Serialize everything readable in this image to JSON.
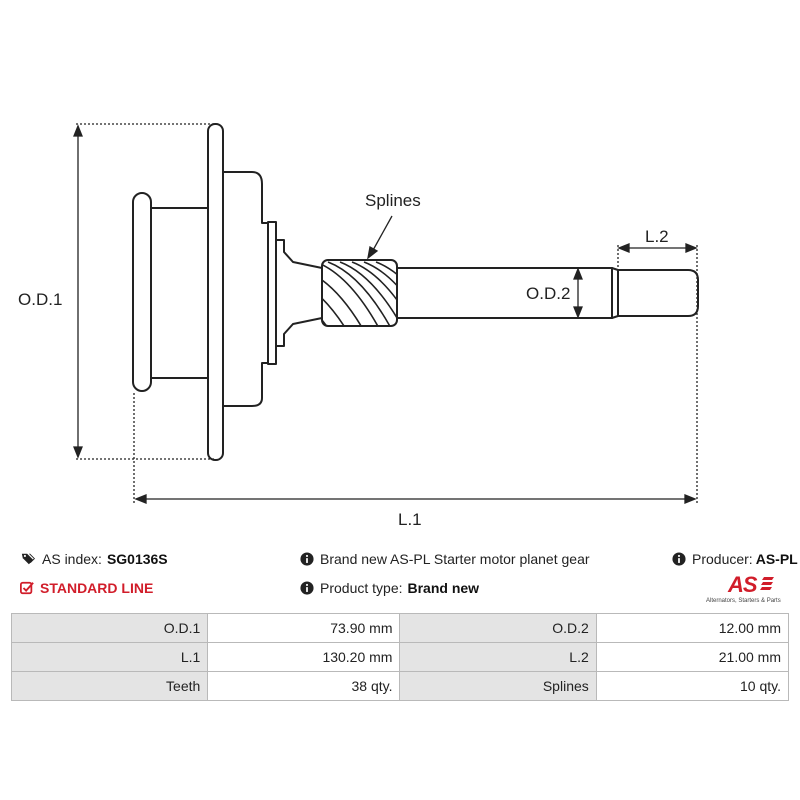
{
  "diagram": {
    "labels": {
      "od1": "O.D.1",
      "od2": "O.D.2",
      "l1": "L.1",
      "l2": "L.2",
      "splines": "Splines"
    }
  },
  "info": {
    "as_index_label": "AS index:",
    "as_index_value": "SG0136S",
    "description": "Brand new AS-PL Starter motor planet gear",
    "producer_label": "Producer:",
    "producer_value": "AS-PL",
    "line": "STANDARD LINE",
    "product_type_label": "Product type:",
    "product_type_value": "Brand new"
  },
  "logo": {
    "mark": "AS",
    "tagline": "Alternators, Starters & Parts"
  },
  "specs": [
    [
      {
        "key": "O.D.1",
        "value": "73.90 mm"
      },
      {
        "key": "O.D.2",
        "value": "12.00 mm"
      }
    ],
    [
      {
        "key": "L.1",
        "value": "130.20 mm"
      },
      {
        "key": "L.2",
        "value": "21.00 mm"
      }
    ],
    [
      {
        "key": "Teeth",
        "value": "38 qty."
      },
      {
        "key": "Splines",
        "value": "10 qty."
      }
    ]
  ],
  "colors": {
    "accent": "#d11d2a",
    "line": "#222222",
    "table_header_bg": "#e4e4e4",
    "table_border": "#b9b9b9"
  }
}
